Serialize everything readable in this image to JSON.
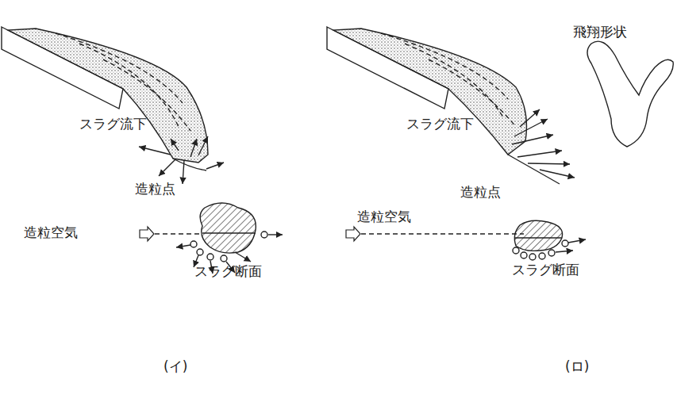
{
  "diagram": {
    "labels": [
      "スラグ流下",
      "造粒点",
      "造粒空気",
      "スラグ断面",
      "(イ)",
      "飛翔形状",
      "スラグ流下",
      "造粒点",
      "造粒空気",
      "スラグ断面",
      "(ロ)"
    ]
  }
}
